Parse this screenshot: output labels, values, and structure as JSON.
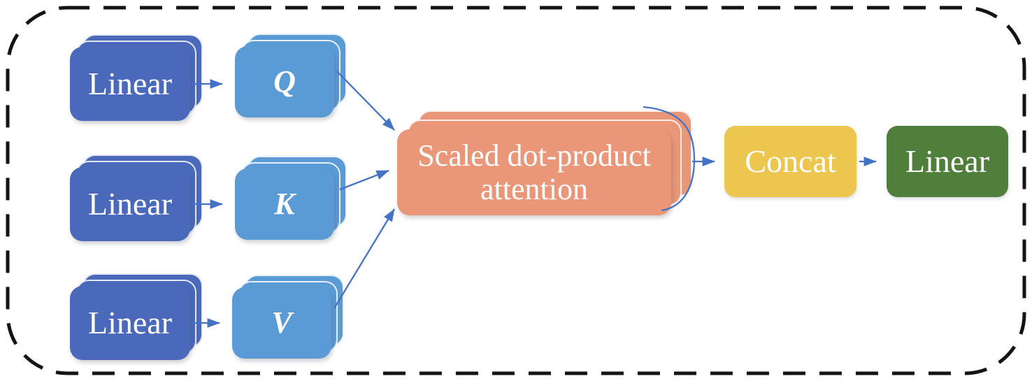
{
  "diagram": {
    "title": "multi-head attention block diagram",
    "blocks": {
      "linear_q_label": "Linear",
      "linear_k_label": "Linear",
      "linear_v_label": "Linear",
      "q_label": "Q",
      "k_label": "K",
      "v_label": "V",
      "attention_label": "Scaled dot-product attention",
      "concat_label": "Concat",
      "output_linear_label": "Linear"
    },
    "edges": [
      {
        "from": "input-linear-q",
        "to": "q"
      },
      {
        "from": "input-linear-k",
        "to": "k"
      },
      {
        "from": "input-linear-v",
        "to": "v"
      },
      {
        "from": "q",
        "to": "scaled-dot-product-attention"
      },
      {
        "from": "k",
        "to": "scaled-dot-product-attention"
      },
      {
        "from": "v",
        "to": "scaled-dot-product-attention"
      },
      {
        "from": "scaled-dot-product-attention",
        "to": "concat"
      },
      {
        "from": "concat",
        "to": "output-linear"
      }
    ],
    "colors": {
      "input_linear_fill": "#4a69bb",
      "qkv_fill": "#5b9bd5",
      "attention_fill": "#ea9678",
      "concat_fill": "#edc64f",
      "output_linear_fill": "#507f3c",
      "arrow": "#4472c4",
      "border_dash": "#141414",
      "label_text": "#ffffff",
      "background": "#ffffff"
    }
  }
}
